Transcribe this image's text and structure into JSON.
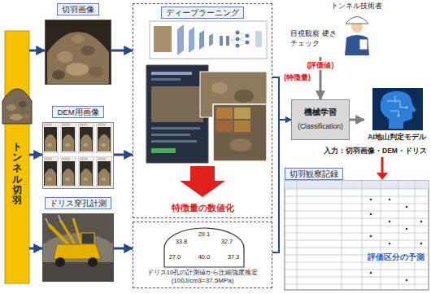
{
  "diagram": {
    "nodes": [
      {
        "text": [
          "トンネル切羽"
        ]
      },
      {
        "text": [
          "切羽画像"
        ]
      },
      {
        "text": [
          "DEM用画像"
        ]
      },
      {
        "text": [
          "ドリス穿孔計測"
        ]
      },
      {
        "text": [
          "ディープラーニング",
          "特徴量の数値化"
        ]
      },
      {
        "text": [
          "ドリス10孔の計測値から圧縮強度推定 (100J/cm3=37.5MPa)"
        ]
      },
      {
        "text": [
          "29.1",
          "33.8",
          "32.7",
          "27.0",
          "40.0",
          "37.3"
        ],
        "in": 5
      },
      {
        "text": [
          "トンネル技術者",
          "目視観察 硬さチェック"
        ]
      },
      {
        "text": [
          "機械学習",
          "(Classification)"
        ]
      },
      {
        "text": [
          "AI地山判定モデル"
        ]
      },
      {
        "text": [
          "切羽観察記録",
          "評価区分の予測"
        ]
      }
    ],
    "edges": [
      {
        "from": 0,
        "to": 1,
        "arrow": "to"
      },
      {
        "from": 0,
        "to": 2,
        "arrow": "to"
      },
      {
        "from": 0,
        "to": 3,
        "arrow": "to"
      },
      {
        "from": 1,
        "to": 4,
        "arrow": "to"
      },
      {
        "from": 2,
        "to": 4,
        "arrow": "to"
      },
      {
        "from": 3,
        "to": 5,
        "arrow": "to"
      },
      {
        "from": 4,
        "to": 8,
        "label": "(特徴量)",
        "arrow": "to"
      },
      {
        "from": 5,
        "to": 8,
        "arrow": "to"
      },
      {
        "from": 7,
        "to": 8,
        "label": "(評価値)",
        "arrow": "to"
      },
      {
        "from": 8,
        "to": 9,
        "arrow": "to"
      }
    ],
    "labels": [
      "入力：切羽画像・DEM・ドリス"
    ]
  }
}
